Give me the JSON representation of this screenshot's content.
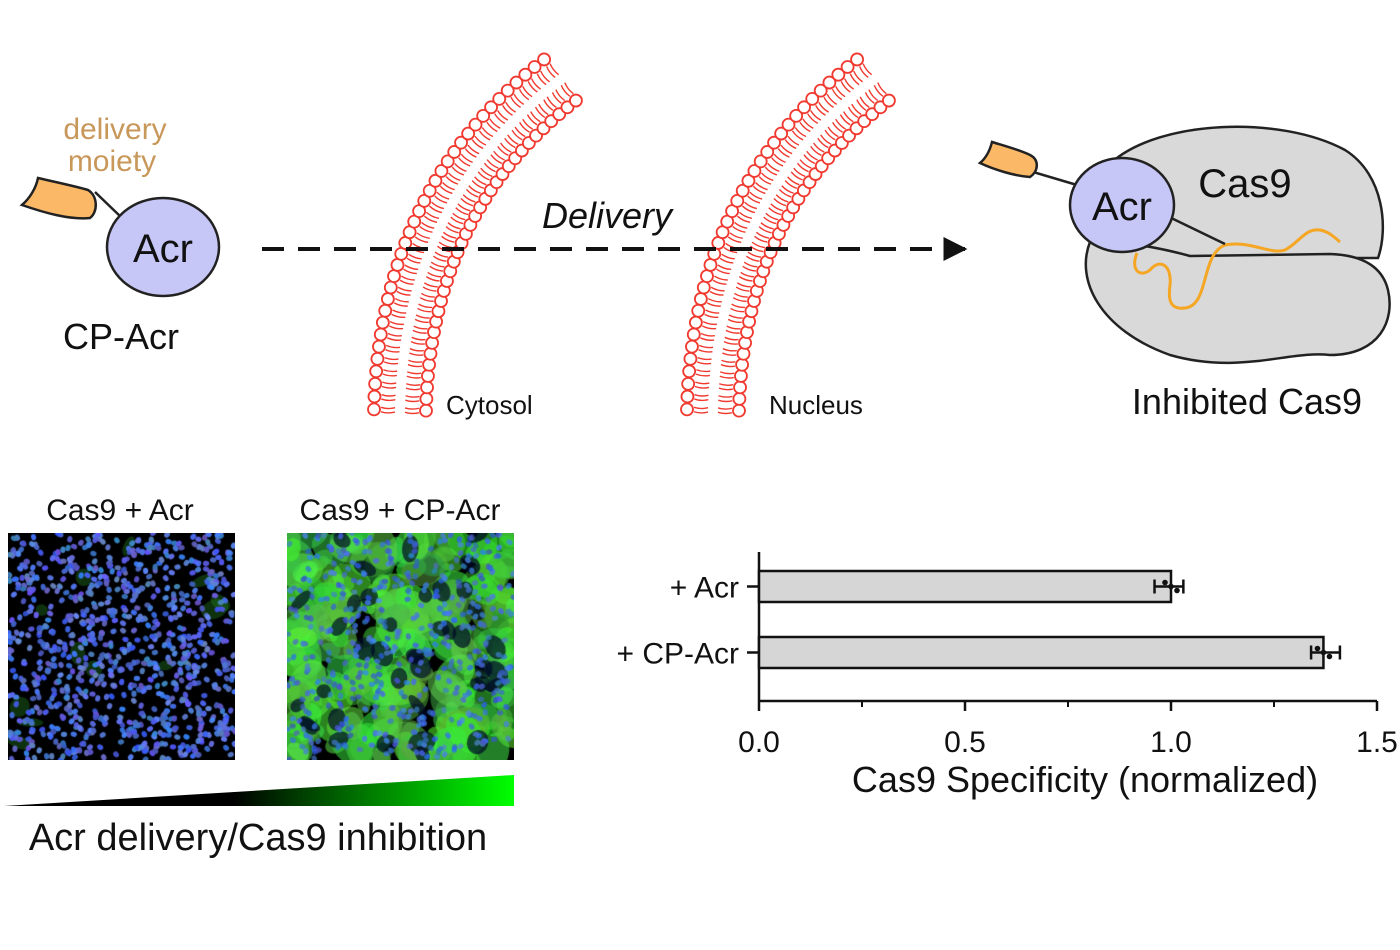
{
  "top": {
    "delivery_moiety_label": [
      "delivery",
      "moiety"
    ],
    "acr_label": "Acr",
    "cp_acr_label": "CP-Acr",
    "arrow_label": "Delivery",
    "membrane_labels": [
      "Cytosol",
      "Nucleus"
    ],
    "cas9_label": "Cas9",
    "complex_acr_label": "Acr",
    "inhibited_label": "Inhibited Cas9"
  },
  "colors": {
    "delivery_moiety_text": "#c8975a",
    "delivery_moiety_fill": "#fbb968",
    "acr_fill": "#c6c6f7",
    "cas9_fill": "#d9d9d9",
    "membrane": "#f0392f",
    "rna": "#f5a623",
    "gradient_start": "#000000",
    "gradient_end": "#00ff00",
    "nuclei_blue": "#2f5bd9",
    "gfp_green": "#3fc03a"
  },
  "micrographs": {
    "panels": [
      {
        "label": "Cas9 + Acr",
        "gfp_level": "low"
      },
      {
        "label": "Cas9 + CP-Acr",
        "gfp_level": "high"
      }
    ],
    "gradient_caption": "Acr delivery/Cas9 inhibition"
  },
  "chart_data": {
    "type": "bar",
    "orientation": "horizontal",
    "categories": [
      "+ Acr",
      "+ CP-Acr"
    ],
    "values": [
      1.0,
      1.37
    ],
    "error_low": [
      0.96,
      1.34
    ],
    "error_high": [
      1.03,
      1.41
    ],
    "xlabel": "Cas9 Specificity (normalized)",
    "ylabel": "",
    "xlim": [
      0,
      1.5
    ],
    "xticks": [
      0.0,
      0.5,
      1.0,
      1.5
    ],
    "xtick_labels": [
      "0.0",
      "0.5",
      "1.0",
      "1.5"
    ],
    "minor_xticks": [
      0.25,
      0.75,
      1.25
    ],
    "bar_color": "#d6d6d6",
    "grid": false,
    "legend": "none"
  }
}
